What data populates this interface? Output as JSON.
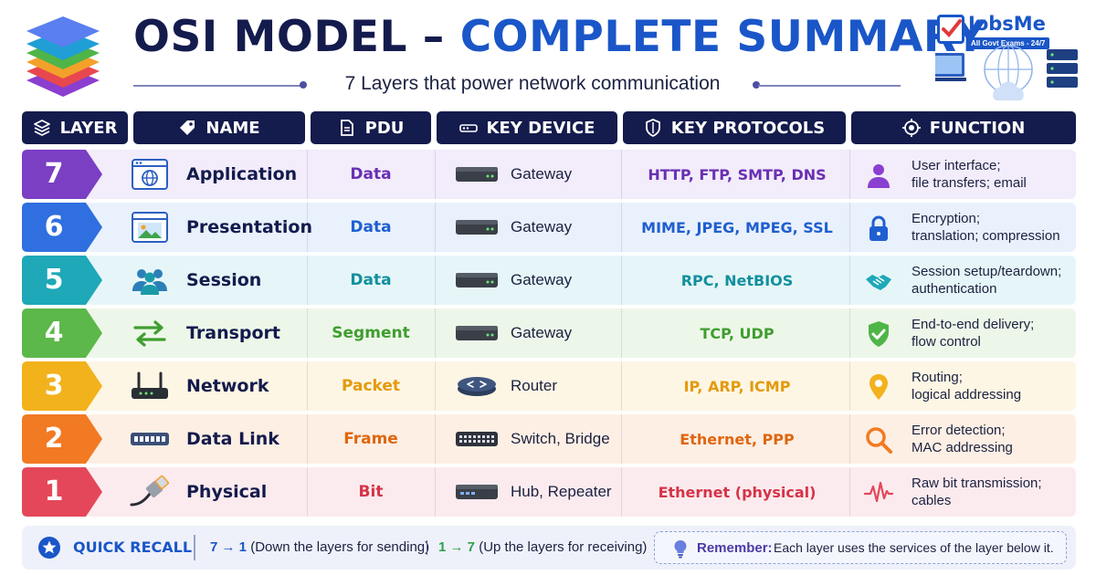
{
  "header": {
    "title_part1": "OSI MODEL – ",
    "title_part2": "COMPLETE SUMMARY",
    "subtitle": "7 Layers that power network communication",
    "logo_icon": "layer-stack-icon"
  },
  "brand": {
    "name": "JobsMe",
    "tagline": "All Govt Exams - 24/7",
    "art_icon": "network-devices-illustration"
  },
  "columns": [
    {
      "label": "LAYER",
      "icon": "layers-icon"
    },
    {
      "label": "NAME",
      "icon": "tag-icon"
    },
    {
      "label": "PDU",
      "icon": "document-icon"
    },
    {
      "label": "KEY DEVICE",
      "icon": "device-icon"
    },
    {
      "label": "KEY PROTOCOLS",
      "icon": "shield-icon"
    },
    {
      "label": "FUNCTION",
      "icon": "target-icon"
    }
  ],
  "layers": [
    {
      "number": "7",
      "name": "Application",
      "name_icon": "browser-globe-icon",
      "pdu": "Data",
      "device": "Gateway",
      "device_icon": "gateway-icon",
      "protocols": "HTTP, FTP, SMTP, DNS",
      "function_line1": "User interface;",
      "function_line2": "file transfers; email",
      "function_icon": "user-icon",
      "color": "#7b3fc4",
      "tint": "#f2ecfb",
      "text_color": "#6a2fb3"
    },
    {
      "number": "6",
      "name": "Presentation",
      "name_icon": "image-icon",
      "pdu": "Data",
      "device": "Gateway",
      "device_icon": "gateway-icon",
      "protocols": "MIME, JPEG, MPEG, SSL",
      "function_line1": "Encryption;",
      "function_line2": "translation; compression",
      "function_icon": "lock-icon",
      "color": "#2f6fe0",
      "tint": "#e9f1fd",
      "text_color": "#1f5fd0"
    },
    {
      "number": "5",
      "name": "Session",
      "name_icon": "users-icon",
      "pdu": "Data",
      "device": "Gateway",
      "device_icon": "gateway-icon",
      "protocols": "RPC, NetBIOS",
      "function_line1": "Session setup/teardown;",
      "function_line2": "authentication",
      "function_icon": "handshake-icon",
      "color": "#1ea8b8",
      "tint": "#e6f6f8",
      "text_color": "#12909f"
    },
    {
      "number": "4",
      "name": "Transport",
      "name_icon": "arrows-exchange-icon",
      "pdu": "Segment",
      "device": "Gateway",
      "device_icon": "gateway-icon",
      "protocols": "TCP, UDP",
      "function_line1": "End-to-end delivery;",
      "function_line2": "flow control",
      "function_icon": "shield-check-icon",
      "color": "#5cb84a",
      "tint": "#edf7e9",
      "text_color": "#3f9e2f"
    },
    {
      "number": "3",
      "name": "Network",
      "name_icon": "wifi-router-icon",
      "pdu": "Packet",
      "device": "Router",
      "device_icon": "router-icon",
      "protocols": "IP, ARP, ICMP",
      "function_line1": "Routing;",
      "function_line2": "logical addressing",
      "function_icon": "location-pin-icon",
      "color": "#f2b21c",
      "tint": "#fdf6e4",
      "text_color": "#e49a0c"
    },
    {
      "number": "2",
      "name": "Data Link",
      "name_icon": "switch-icon",
      "pdu": "Frame",
      "device": "Switch, Bridge",
      "device_icon": "switch-icon",
      "protocols": "Ethernet, PPP",
      "function_line1": "Error detection;",
      "function_line2": "MAC addressing",
      "function_icon": "magnifier-icon",
      "color": "#f27a22",
      "tint": "#fdefe4",
      "text_color": "#e0660f"
    },
    {
      "number": "1",
      "name": "Physical",
      "name_icon": "ethernet-cable-icon",
      "pdu": "Bit",
      "device": "Hub, Repeater",
      "device_icon": "hub-icon",
      "protocols": "Ethernet (physical)",
      "function_line1": "Raw bit transmission;",
      "function_line2": "cables",
      "function_icon": "signal-wave-icon",
      "color": "#e4475a",
      "tint": "#fcebee",
      "text_color": "#d63348"
    }
  ],
  "footer": {
    "title": "QUICK RECALL",
    "recall_down_arrow": "7 → 1",
    "recall_down_text": " (Down the layers for sending)",
    "recall_up_arrow": "1 → 7",
    "recall_up_text": " (Up the layers for receiving)",
    "remember_label": "Remember:",
    "remember_text": "Each layer uses the services of the layer below it.",
    "star_icon": "star-badge-icon",
    "bulb_icon": "lightbulb-icon"
  },
  "colors": {
    "navy": "#141b4d",
    "accent_blue": "#1a56c8"
  }
}
